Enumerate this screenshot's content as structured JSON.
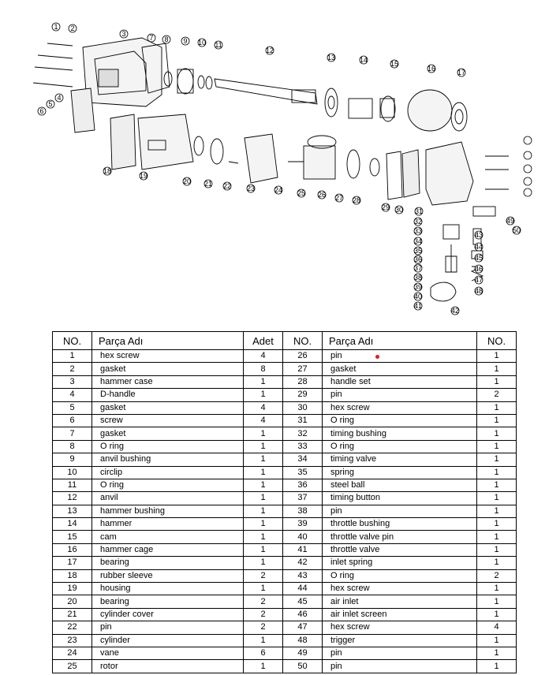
{
  "table": {
    "headers": [
      "NO.",
      "Parça Adı",
      "Adet",
      "NO.",
      "Parça Adı",
      "NO."
    ],
    "rows": [
      [
        "1",
        "hex screw",
        "4",
        "26",
        "pin",
        "1"
      ],
      [
        "2",
        "gasket",
        "8",
        "27",
        "gasket",
        "1"
      ],
      [
        "3",
        "hammer case",
        "1",
        "28",
        "handle set",
        "1"
      ],
      [
        "4",
        "D-handle",
        "1",
        "29",
        "pin",
        "2"
      ],
      [
        "5",
        "gasket",
        "4",
        "30",
        "hex screw",
        "1"
      ],
      [
        "6",
        "screw",
        "4",
        "31",
        "O ring",
        "1"
      ],
      [
        "7",
        "gasket",
        "1",
        "32",
        "timing bushing",
        "1"
      ],
      [
        "8",
        "O ring",
        "1",
        "33",
        "O ring",
        "1"
      ],
      [
        "9",
        "anvil bushing",
        "1",
        "34",
        "timing valve",
        "1"
      ],
      [
        "10",
        "circlip",
        "1",
        "35",
        "spring",
        "1"
      ],
      [
        "11",
        "O ring",
        "1",
        "36",
        "steel ball",
        "1"
      ],
      [
        "12",
        "anvil",
        "1",
        "37",
        "timing button",
        "1"
      ],
      [
        "13",
        "hammer bushing",
        "1",
        "38",
        "pin",
        "1"
      ],
      [
        "14",
        "hammer",
        "1",
        "39",
        "throttle bushing",
        "1"
      ],
      [
        "15",
        "cam",
        "1",
        "40",
        "throttle valve pin",
        "1"
      ],
      [
        "16",
        "hammer cage",
        "1",
        "41",
        "throttle valve",
        "1"
      ],
      [
        "17",
        "bearing",
        "1",
        "42",
        "inlet spring",
        "1"
      ],
      [
        "18",
        "rubber sleeve",
        "2",
        "43",
        "O ring",
        "2"
      ],
      [
        "19",
        "housing",
        "1",
        "44",
        "hex screw",
        "1"
      ],
      [
        "20",
        "bearing",
        "2",
        "45",
        "air inlet",
        "1"
      ],
      [
        "21",
        "cylinder cover",
        "2",
        "46",
        "air inlet screen",
        "1"
      ],
      [
        "22",
        "pin",
        "2",
        "47",
        "hex screw",
        "4"
      ],
      [
        "23",
        "cylinder",
        "1",
        "48",
        "trigger",
        "1"
      ],
      [
        "24",
        "vane",
        "6",
        "49",
        "pin",
        "1"
      ],
      [
        "25",
        "rotor",
        "1",
        "50",
        "pin",
        "1"
      ]
    ]
  },
  "diagram": {
    "callouts": [
      "1",
      "2",
      "3",
      "4",
      "5",
      "6",
      "7",
      "8",
      "9",
      "10",
      "11",
      "12",
      "13",
      "14",
      "15",
      "16",
      "17",
      "18",
      "19",
      "20",
      "21",
      "22",
      "23",
      "24",
      "25",
      "26",
      "27",
      "28",
      "29",
      "30",
      "31",
      "32",
      "33",
      "34",
      "35",
      "36",
      "37",
      "38",
      "39",
      "40",
      "41",
      "42",
      "43",
      "44",
      "45",
      "46",
      "47",
      "48",
      "49",
      "50"
    ]
  }
}
